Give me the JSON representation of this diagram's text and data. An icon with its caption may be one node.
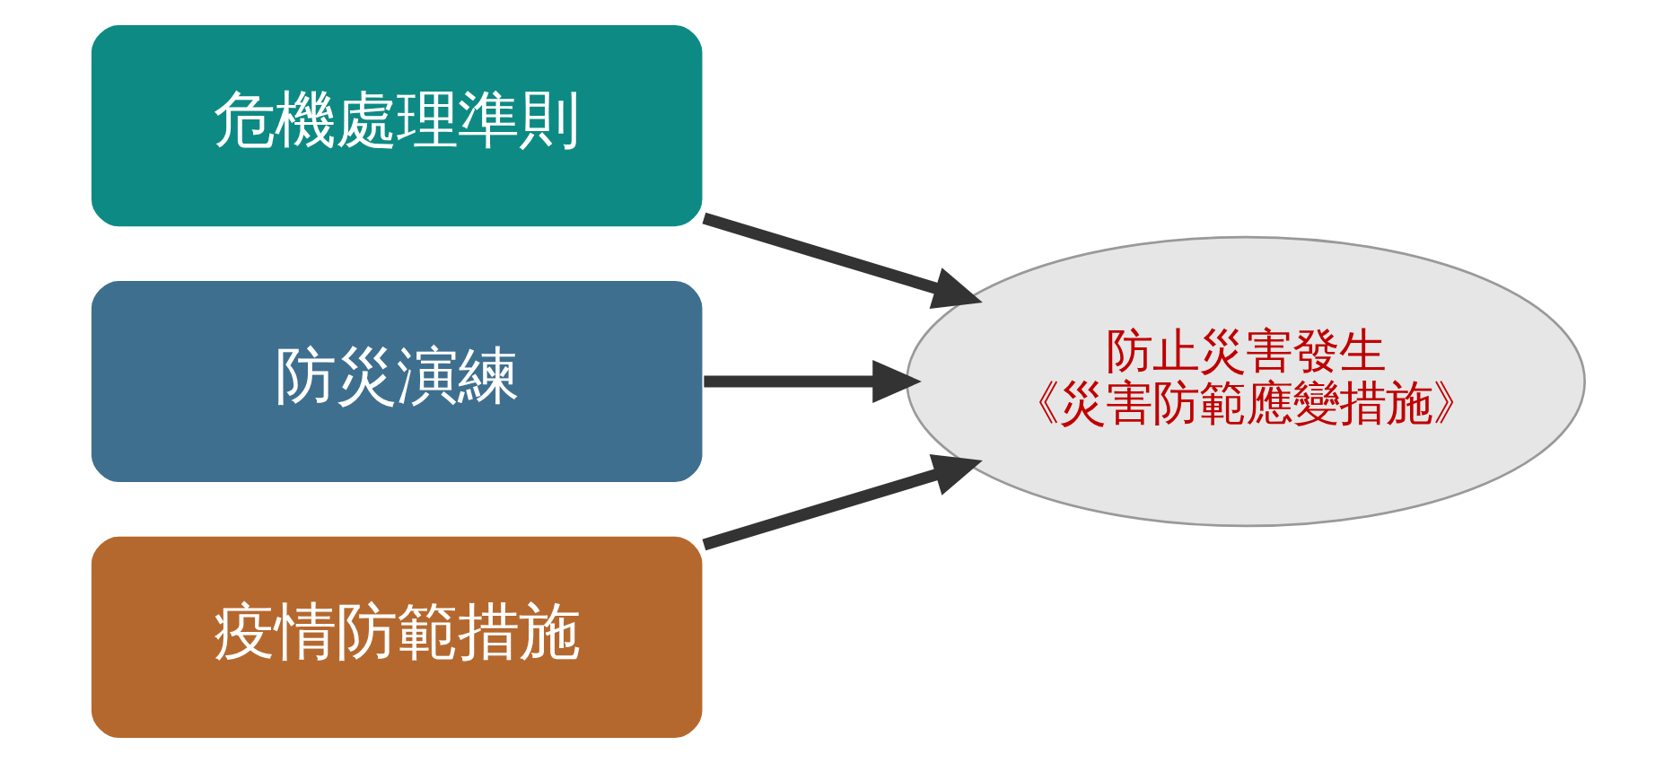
{
  "diagram": {
    "nodes": [
      {
        "text": [
          "危機處理準則"
        ]
      },
      {
        "text": [
          "防災演練"
        ]
      },
      {
        "text": [
          "疫情防範措施"
        ]
      },
      {
        "text": [
          "防止災害發生",
          "《災害防範應變措施》"
        ]
      }
    ],
    "edges": [
      {
        "from": 0,
        "to": 3,
        "arrow": "to"
      },
      {
        "from": 1,
        "to": 3,
        "arrow": "to"
      },
      {
        "from": 2,
        "to": 3,
        "arrow": "to"
      }
    ]
  }
}
